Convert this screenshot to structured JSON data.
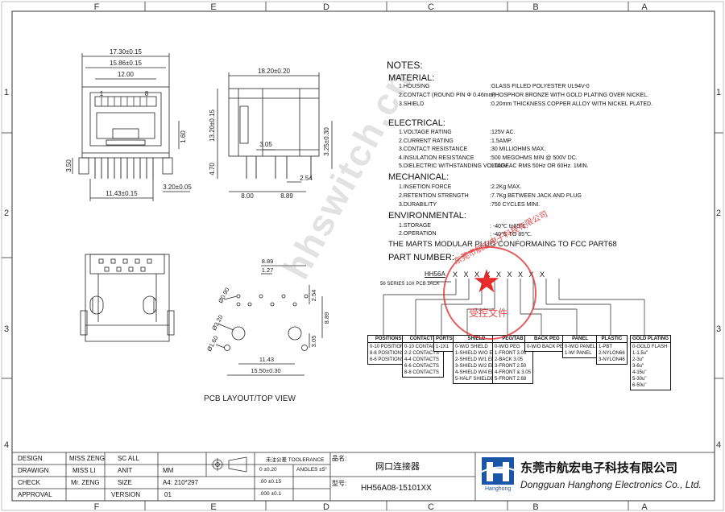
{
  "frame": {
    "col_labels": [
      "F",
      "E",
      "D",
      "C",
      "B",
      "A"
    ],
    "row_labels": [
      "1",
      "2",
      "3",
      "4"
    ]
  },
  "dims": {
    "d1": "17.30±0.15",
    "d2": "15.86±0.15",
    "d3": "12.00",
    "d4": "1",
    "d5": "8",
    "d6": "1.60",
    "d7": "3.50",
    "d8": "11.43±0.15",
    "d9": "3.20±0.05",
    "e1": "18.20±0.20",
    "e2": "13.20±0.15",
    "e3": "3.05",
    "e4": "3.25±0.30",
    "e5": "4.70",
    "e6": "2.54",
    "e7": "8.00",
    "e8": "8.89",
    "p1": "8.89",
    "p2": "1.27",
    "p3": "Ø0.90",
    "p4": "2.54",
    "p5": "Ø3.20",
    "p6": "8.89",
    "p7": "Ø1.60",
    "p8": "3.05",
    "p9": "11.43",
    "p10": "15.50±0.30",
    "pcb_label": "PCB LAYOUT/TOP VIEW"
  },
  "notes": {
    "title": "NOTES:",
    "material_h": "MATERIAL:",
    "mat": [
      {
        "k": "1.HOUSING",
        "v": ":GLASS FILLED POLYESTER UL94V-0"
      },
      {
        "k": "2.CONTACT",
        "m": "(ROUND PIN Φ 0.46mm)",
        "v": ":PHOSPHOR BRONZE WITH GOLD PLATING OVER NICKEL."
      },
      {
        "k": "3.SHIELD",
        "v": ":0.20mm THICKNESS COPPER ALLOY WITH NICKEL PLATED."
      }
    ],
    "electrical_h": "ELECTRICAL:",
    "elec": [
      {
        "k": "1.VOLTAGE RATING",
        "v": ":125V AC."
      },
      {
        "k": "2.CURRENT RATING",
        "v": ":1.5AMP."
      },
      {
        "k": "3.CONTACT RESISTANCE",
        "v": ":30 MILLIOHMS MAX."
      },
      {
        "k": "4.INSULATION RESISTANCE",
        "v": ":500 MEGOHMS MIN @ 500V DC."
      },
      {
        "k": "5.DIELECTRIC WITHSTANDING VOLTAGE",
        "v": ":1000V AC RMS 50Hz OR 60Hz. 1MIN."
      }
    ],
    "mechanical_h": "MECHANICAL:",
    "mech": [
      {
        "k": "1.INSETION FORCE",
        "v": ":2.2Kg MAX."
      },
      {
        "k": "2.RETENTION STRENGTH",
        "v": ":7.7Kg BETWEEN JACK AND PLUG"
      },
      {
        "k": "3.DURABILITY",
        "v": ":750 CYCLES MINI."
      }
    ],
    "environmental_h": "ENVIRONMENTAL:",
    "env": [
      {
        "k": "1.STORAGE",
        "v": ": -40℃ to85℃."
      },
      {
        "k": "2.OPERATION",
        "v": ": -40℃ TO 85℃."
      }
    ],
    "plug": "THE MARTS MODULAR PLUG CONFORMAING TO FCC PART68",
    "part_h": "PART NUMBER:",
    "part_prefix": "HH56A",
    "part_x": "X X X X X X X X X",
    "series": "56 SERIES 10X PCB JACK"
  },
  "pn_boxes": [
    {
      "title": "POSITIONS",
      "lines": [
        "0-10 POSITIONS",
        "8-8 POSITIONS",
        "6-6 POSITIONS"
      ]
    },
    {
      "title": "CONTACTS",
      "lines": [
        "0-10 CONTACTS",
        "2-2 CONTACTS",
        "4-4 CONTACTS",
        "6-6 CONTACTS",
        "8-8 CONTACTS"
      ]
    },
    {
      "title": "PORTS",
      "lines": [
        "1-1X1"
      ]
    },
    {
      "title": "SHIELD",
      "lines": [
        "0-W/O SHIELD",
        "1-SHIELD W/O EMI",
        "2-SHIELD W/1 EMI",
        "3-SHIELD W/2 EMI",
        "4-SHIELD W/4 EMI",
        "5-HALF SHIELDED"
      ]
    },
    {
      "title": "PEG/TAB",
      "lines": [
        "0-W/O PEG",
        "1-FRONT 3.05",
        "2-BACK 3.05",
        "3-FRONT 2.50",
        "4-FRONT & 3.05",
        "5-FRONT 2.68"
      ]
    },
    {
      "title": "BACK PEG",
      "lines": [
        "0-W/O BACK PEG"
      ]
    },
    {
      "title": "PANEL",
      "lines": [
        "0-W/O PANEL",
        "1-W/ PANEL"
      ]
    },
    {
      "title": "PLASTIC",
      "lines": [
        "1-PBT",
        "2-NYLON66",
        "3-NYLON46"
      ]
    },
    {
      "title": "GOLD PLATING",
      "lines": [
        "0-GOLD FLASH",
        "1-1.5u\"",
        "2-3u\"",
        "3-6u\"",
        "4-15u\"",
        "5-30u\"",
        "6-50u\""
      ]
    }
  ],
  "watermark": "hhswitch.cn",
  "stamp": {
    "top": "东莞市航宏电子科技有限公司",
    "bottom": "受控文件"
  },
  "titleblock": {
    "design_l": "DESIGN",
    "design_v": "MISS ZENG",
    "drawing_l": "DRAWIGN",
    "drawing_v": "MISS LI",
    "check_l": "CHECK",
    "check_v": "Mr. ZENG",
    "approval_l": "APPROVAL",
    "scale_l": "SC ALL",
    "unit_l": "ANIT",
    "unit_v": "MM",
    "size_l": "SIZE",
    "size_v": "A4: 210*297",
    "version_l": "VERSION",
    "version_v": "01",
    "tol_h": "未注公差 TOOLERANCE",
    "tol1": "0 ±0.20",
    "tol_ang": "ANGLES ±5°",
    "tol2": ".00 ±0.15",
    "tol3": ".000 ±0.1",
    "name_l": "品名:",
    "name_v": "网口连接器",
    "model_l": "型号:",
    "model_v": "HH56A08-15101XX",
    "logo_sub": "Hanghong",
    "company_cn": "东莞市航宏电子科技有限公司",
    "company_en": "Dongguan Hanghong Electronics Co., Ltd."
  }
}
